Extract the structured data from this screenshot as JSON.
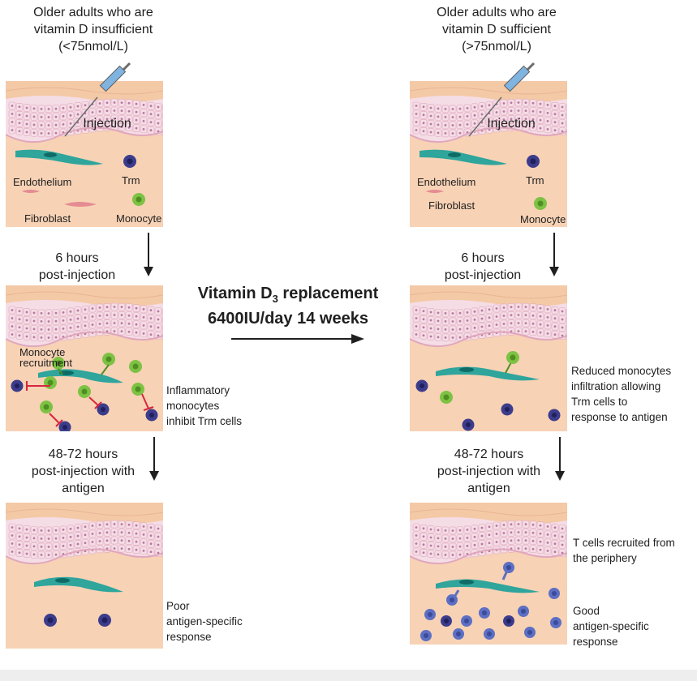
{
  "left": {
    "title_lines": [
      "Older adults who are",
      "vitamin D insufficient",
      "(<75nmol/L)"
    ],
    "injection": "Injection",
    "endothelium": "Endothelium",
    "trm": "Trm",
    "fibroblast": "Fibroblast",
    "monocyte": "Monocyte",
    "step1_lines": [
      "6 hours",
      "post-injection"
    ],
    "monocyte_recruitment_lines": [
      "Monocyte",
      "recruitment"
    ],
    "panel2_side_lines": [
      "Inflammatory",
      "monocytes",
      "inhibit Trm cells"
    ],
    "step2_lines": [
      "48-72 hours",
      "post-injection with",
      "antigen"
    ],
    "panel3_side_lines": [
      "Poor",
      "antigen-specific",
      "response"
    ]
  },
  "right": {
    "title_lines": [
      "Older adults who are",
      "vitamin D sufficient",
      "(>75nmol/L)"
    ],
    "injection": "Injection",
    "endothelium": "Endothelium",
    "trm": "Trm",
    "fibroblast": "Fibroblast",
    "monocyte": "Monocyte",
    "step1_lines": [
      "6 hours",
      "post-injection"
    ],
    "panel2_side_lines": [
      "Reduced monocytes",
      "infiltration allowing",
      "Trm cells to",
      "response to antigen"
    ],
    "step2_lines": [
      "48-72 hours",
      "post-injection with",
      "antigen"
    ],
    "panel3_side_top_lines": [
      "T cells recruited from",
      "the periphery"
    ],
    "panel3_side_lines": [
      "Good",
      "antigen-specific",
      "response"
    ]
  },
  "center": {
    "line1_prefix": "Vitamin D",
    "line1_sub": "3",
    "line1_suffix": " replacement",
    "line2": "6400IU/day 14 weeks"
  },
  "colors": {
    "skin_band": "#f4c9a6",
    "tissue": "#f7d2b5",
    "cell_layer": "#f5dde6",
    "cell_outline": "#e0a7bd",
    "nucleus": "#b7789e",
    "endothelium": "#2fa59c",
    "trm": "#3c3c8c",
    "monocyte": "#7dc244",
    "inhibit_arrow": "#d7263d",
    "tcell": "#5c6fc2"
  }
}
